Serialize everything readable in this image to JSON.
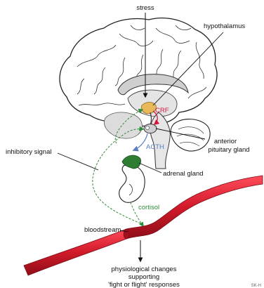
{
  "labels": {
    "stress": "stress",
    "hypothalamus": "hypothalamus",
    "crf": "CRF",
    "anterior_pituitary_line1": "anterior",
    "anterior_pituitary_line2": "pituitary gland",
    "inhibitory_signal": "inhibitory signal",
    "acth": "ACTH",
    "adrenal_gland": "adrenal gland",
    "cortisol": "cortisol",
    "bloodstream": "bloodstream",
    "response_line1": "physiological changes",
    "response_line2": "supporting",
    "response_line3": "'fight or flight' responses"
  },
  "colors": {
    "hypothalamus": "#e8b85a",
    "crf_arrow": "#d4143c",
    "acth_arrow": "#5a7fc0",
    "cortisol_path": "#2e8b3a",
    "adrenal_cortex": "#2e7d32",
    "bloodstream": "#d11a2a",
    "brain_shade": "#cfcfcf"
  },
  "watermark": "SK-H"
}
